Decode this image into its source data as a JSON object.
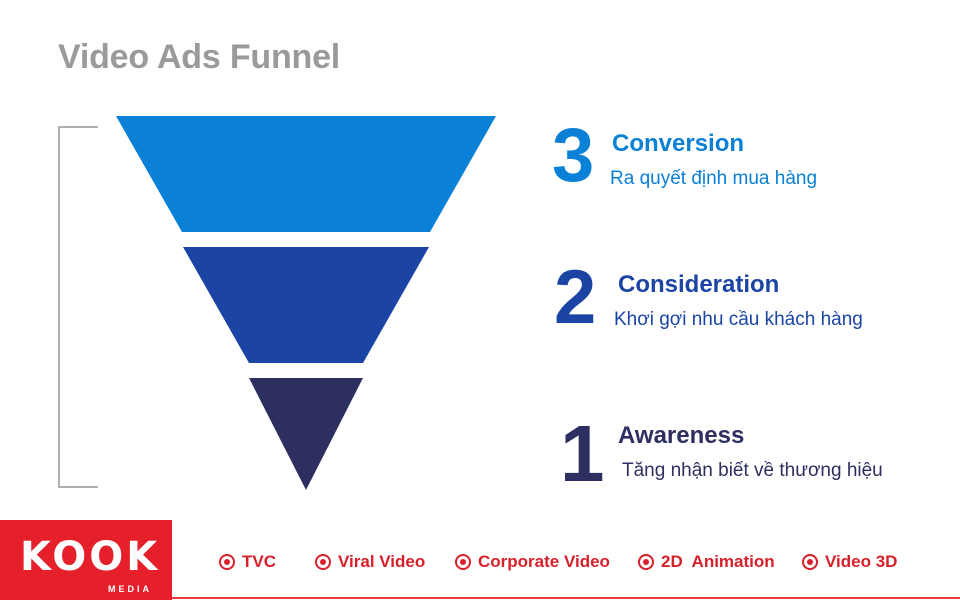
{
  "title": "Video Ads Funnel",
  "colors": {
    "stage3": "#0a80d6",
    "stage2": "#1b44a5",
    "stage1": "#2d2f60",
    "brand_red": "#e5202a",
    "title_gray": "#9a9a9a"
  },
  "stages": [
    {
      "number": "3",
      "name": "Conversion",
      "description": "Ra quyết định mua hàng"
    },
    {
      "number": "2",
      "name": "Consideration",
      "description": "Khơi gợi nhu cầu khách hàng"
    },
    {
      "number": "1",
      "name": "Awareness",
      "description": "Tăng nhận biết về thương hiệu"
    }
  ],
  "brand": {
    "logo": "KOOK",
    "sub": "MEDIA"
  },
  "services": [
    {
      "label": "TVC",
      "icon": "radio-dot-icon"
    },
    {
      "label": "Viral Video",
      "icon": "radio-dot-icon"
    },
    {
      "label": "Corporate Video",
      "icon": "radio-dot-icon"
    },
    {
      "label": "2D  Animation",
      "icon": "radio-dot-icon"
    },
    {
      "label": "Video 3D",
      "icon": "radio-dot-icon"
    }
  ]
}
